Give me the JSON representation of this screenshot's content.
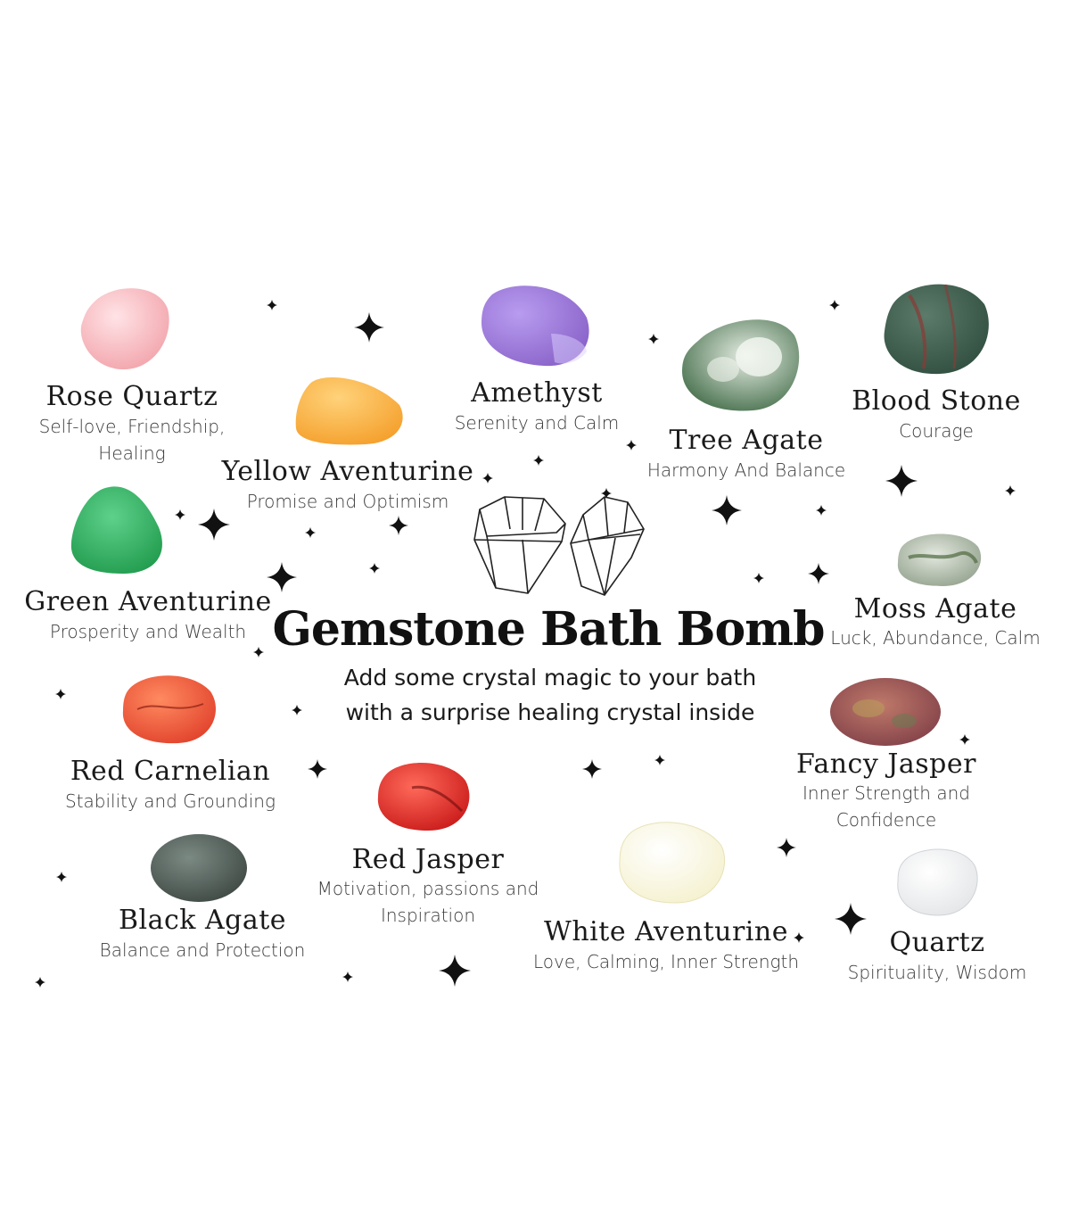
{
  "title": "Gemstone Bath Bomb",
  "subtitle_line1": "Add some crystal magic to your bath",
  "subtitle_line2": "with a surprise healing crystal inside",
  "gemstones": [
    {
      "name": "Rose Quartz",
      "line1": "Self-love, Friendship,",
      "line2": "Healing",
      "color": "#f2a5ac"
    },
    {
      "name": "Yellow Aventurine",
      "line1": "Promise and Optimism",
      "line2": "",
      "color": "#f5a12e"
    },
    {
      "name": "Amethyst",
      "line1": "Serenity and Calm",
      "line2": "",
      "color": "#8a63c9"
    },
    {
      "name": "Tree Agate",
      "line1": "Harmony And Balance",
      "line2": "",
      "color": "#3f6a45"
    },
    {
      "name": "Blood Stone",
      "line1": "Courage",
      "line2": "",
      "color": "#2f4d3e"
    },
    {
      "name": "Green Aventurine",
      "line1": "Prosperity and Wealth",
      "line2": "",
      "color": "#1f9a4c"
    },
    {
      "name": "Moss Agate",
      "line1": "Luck, Abundance, Calm",
      "line2": "",
      "color": "#8a9a84"
    },
    {
      "name": "Red Carnelian",
      "line1": "Stability and Grounding",
      "line2": "",
      "color": "#e0402a"
    },
    {
      "name": "Fancy Jasper",
      "line1": "Inner Strength and",
      "line2": "Confidence",
      "color": "#7a3a45"
    },
    {
      "name": "Red Jasper",
      "line1": "Motivation, passions and",
      "line2": "Inspiration",
      "color": "#c81818"
    },
    {
      "name": "Black Agate",
      "line1": "Balance and Protection",
      "line2": "",
      "color": "#3c4641"
    },
    {
      "name": "White Aventurine",
      "line1": "Love, Calming, Inner Strength",
      "line2": "",
      "color": "#f4f0cc"
    },
    {
      "name": "Quartz",
      "line1": "Spirituality, Wisdom",
      "line2": "",
      "color": "#e2e4e6"
    }
  ]
}
